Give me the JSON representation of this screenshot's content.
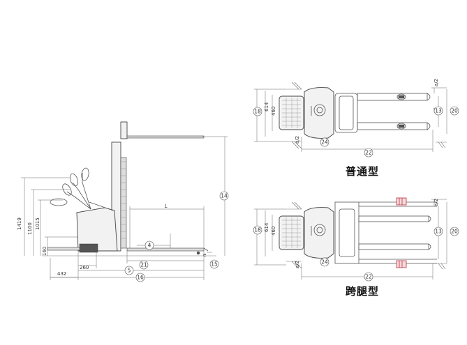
{
  "captions": {
    "standard": "普通型",
    "straddle": "跨腿型"
  },
  "side_view": {
    "dims": {
      "d1419": "1419",
      "d1100": "1100",
      "d1015": "1015",
      "d160": "160",
      "d432": "432",
      "d260": "260",
      "L": "L",
      "e": "e"
    },
    "callouts": {
      "c14": "14",
      "c4": "4",
      "c21": "21",
      "c5": "5",
      "c16": "16",
      "c15": "15"
    }
  },
  "top_view_standard": {
    "dims": {
      "d614": "614",
      "d460": "460",
      "a2_top": "a/2",
      "a2_bot": "a/2",
      "b": "b"
    },
    "callouts": {
      "c18": "18",
      "c24": "24",
      "c22": "22",
      "c13": "13",
      "c20": "20"
    }
  },
  "top_view_straddle": {
    "dims": {
      "d614": "614",
      "d460": "460",
      "a2_top": "a/2",
      "a2_bot": "a/2"
    },
    "callouts": {
      "c18": "18",
      "c24": "24",
      "c22": "22",
      "c13": "13",
      "c20": "20"
    }
  }
}
